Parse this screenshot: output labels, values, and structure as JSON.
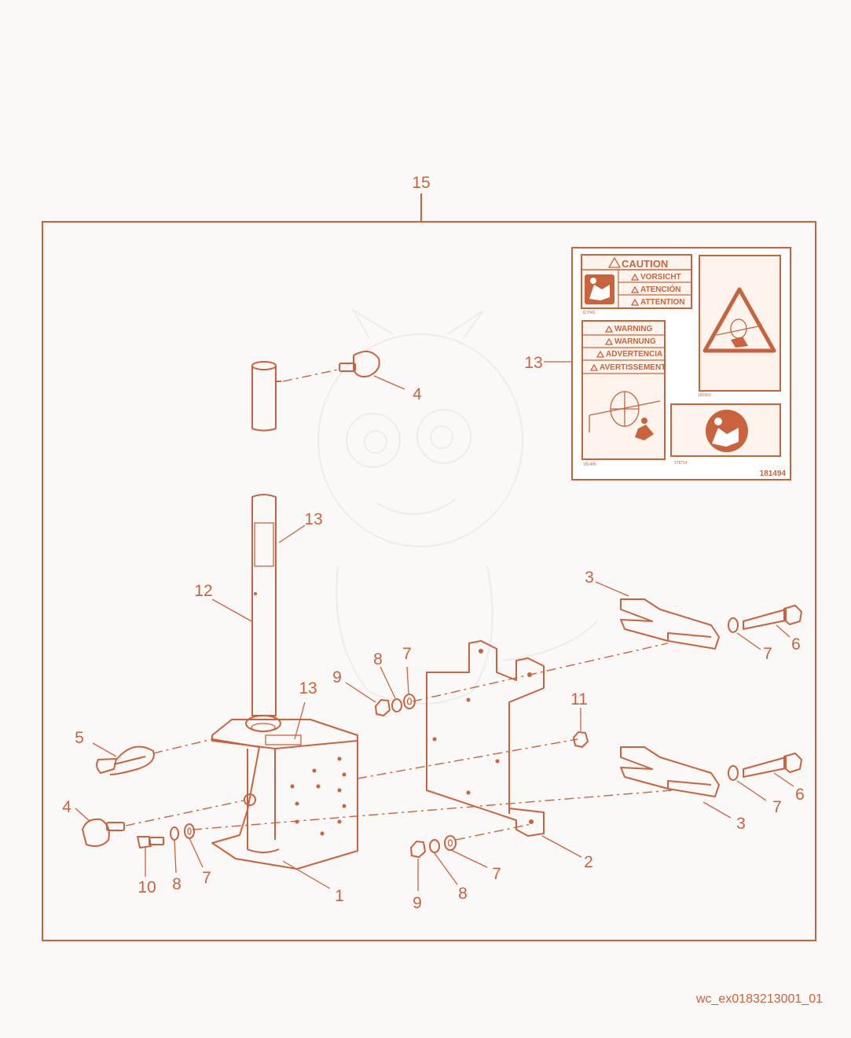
{
  "diagram": {
    "colors": {
      "line": "#c8633d",
      "background": "#fbf9f7"
    },
    "kit_callout": "15",
    "callouts": {
      "c1": "1",
      "c2": "2",
      "c3a": "3",
      "c3b": "3",
      "c4a": "4",
      "c4b": "4",
      "c5": "5",
      "c6a": "6",
      "c6b": "6",
      "c7a": "7",
      "c7b": "7",
      "c7c": "7",
      "c7d": "7",
      "c7e": "7",
      "c8a": "8",
      "c8b": "8",
      "c8c": "8",
      "c9a": "9",
      "c9b": "9",
      "c10": "10",
      "c11": "11",
      "c12": "12",
      "c13a": "13",
      "c13b": "13",
      "c13c": "13"
    },
    "decal_sheet": {
      "part_number": "181494",
      "caution": {
        "title": "CAUTION",
        "lines": [
          "VORSICHT",
          "ATENCIÓN",
          "ATTENTION"
        ],
        "code": "117045"
      },
      "warning": {
        "lines": [
          "WARNING",
          "WARNUNG",
          "ADVERTENCIA",
          "AVERTISSEMENT"
        ],
        "code": "181495"
      },
      "hazard_code": "181563",
      "manual_code": "178714"
    }
  },
  "footer": {
    "reference": "wc_ex0183213001_01"
  }
}
